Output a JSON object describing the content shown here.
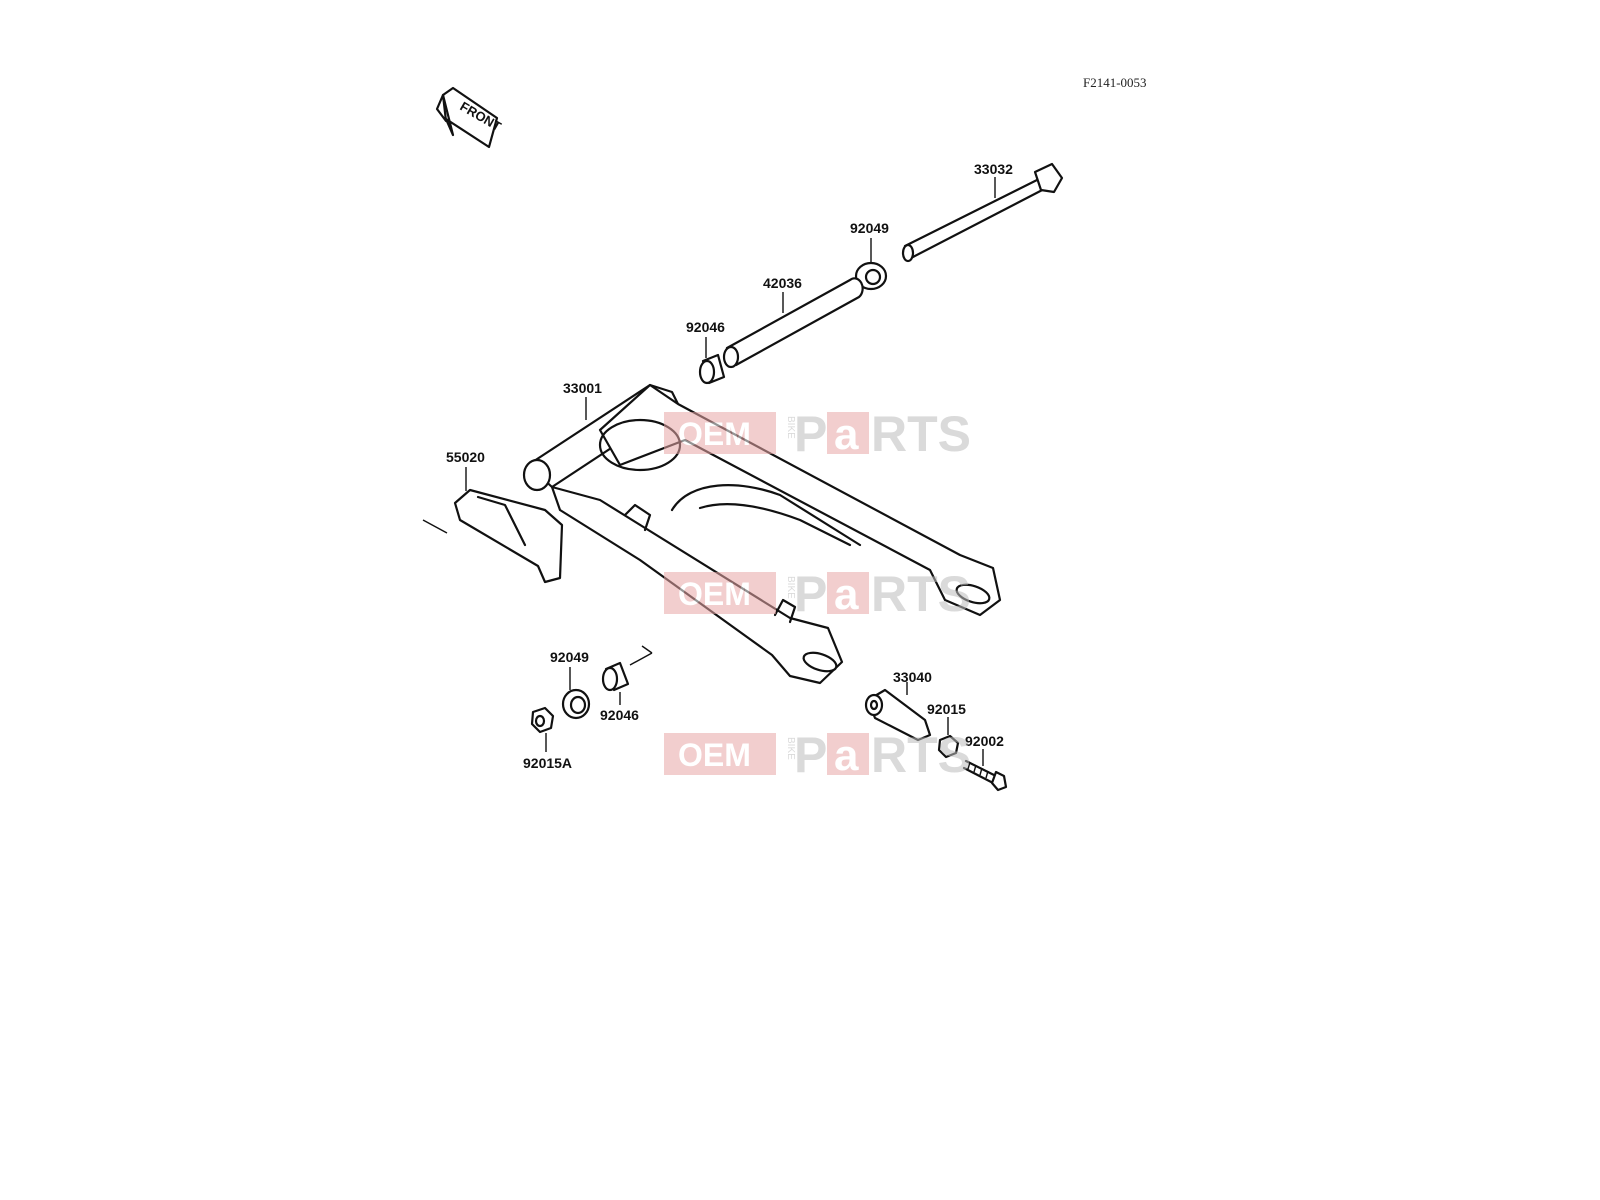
{
  "diagram": {
    "code": "F2141-0053",
    "front_label": "FRONT",
    "parts": {
      "p33032": "33032",
      "p92049_top": "92049",
      "p42036": "42036",
      "p92046_top": "92046",
      "p33001": "33001",
      "p55020": "55020",
      "p92049_bottom": "92049",
      "p92046_bottom": "92046",
      "p92015A": "92015A",
      "p33040": "33040",
      "p92015": "92015",
      "p92002": "92002"
    }
  },
  "watermark": {
    "left": "OEM",
    "vertical": "BIKE",
    "p": "P",
    "a": "a",
    "right": "RTS",
    "color": "#e9a7a7"
  }
}
